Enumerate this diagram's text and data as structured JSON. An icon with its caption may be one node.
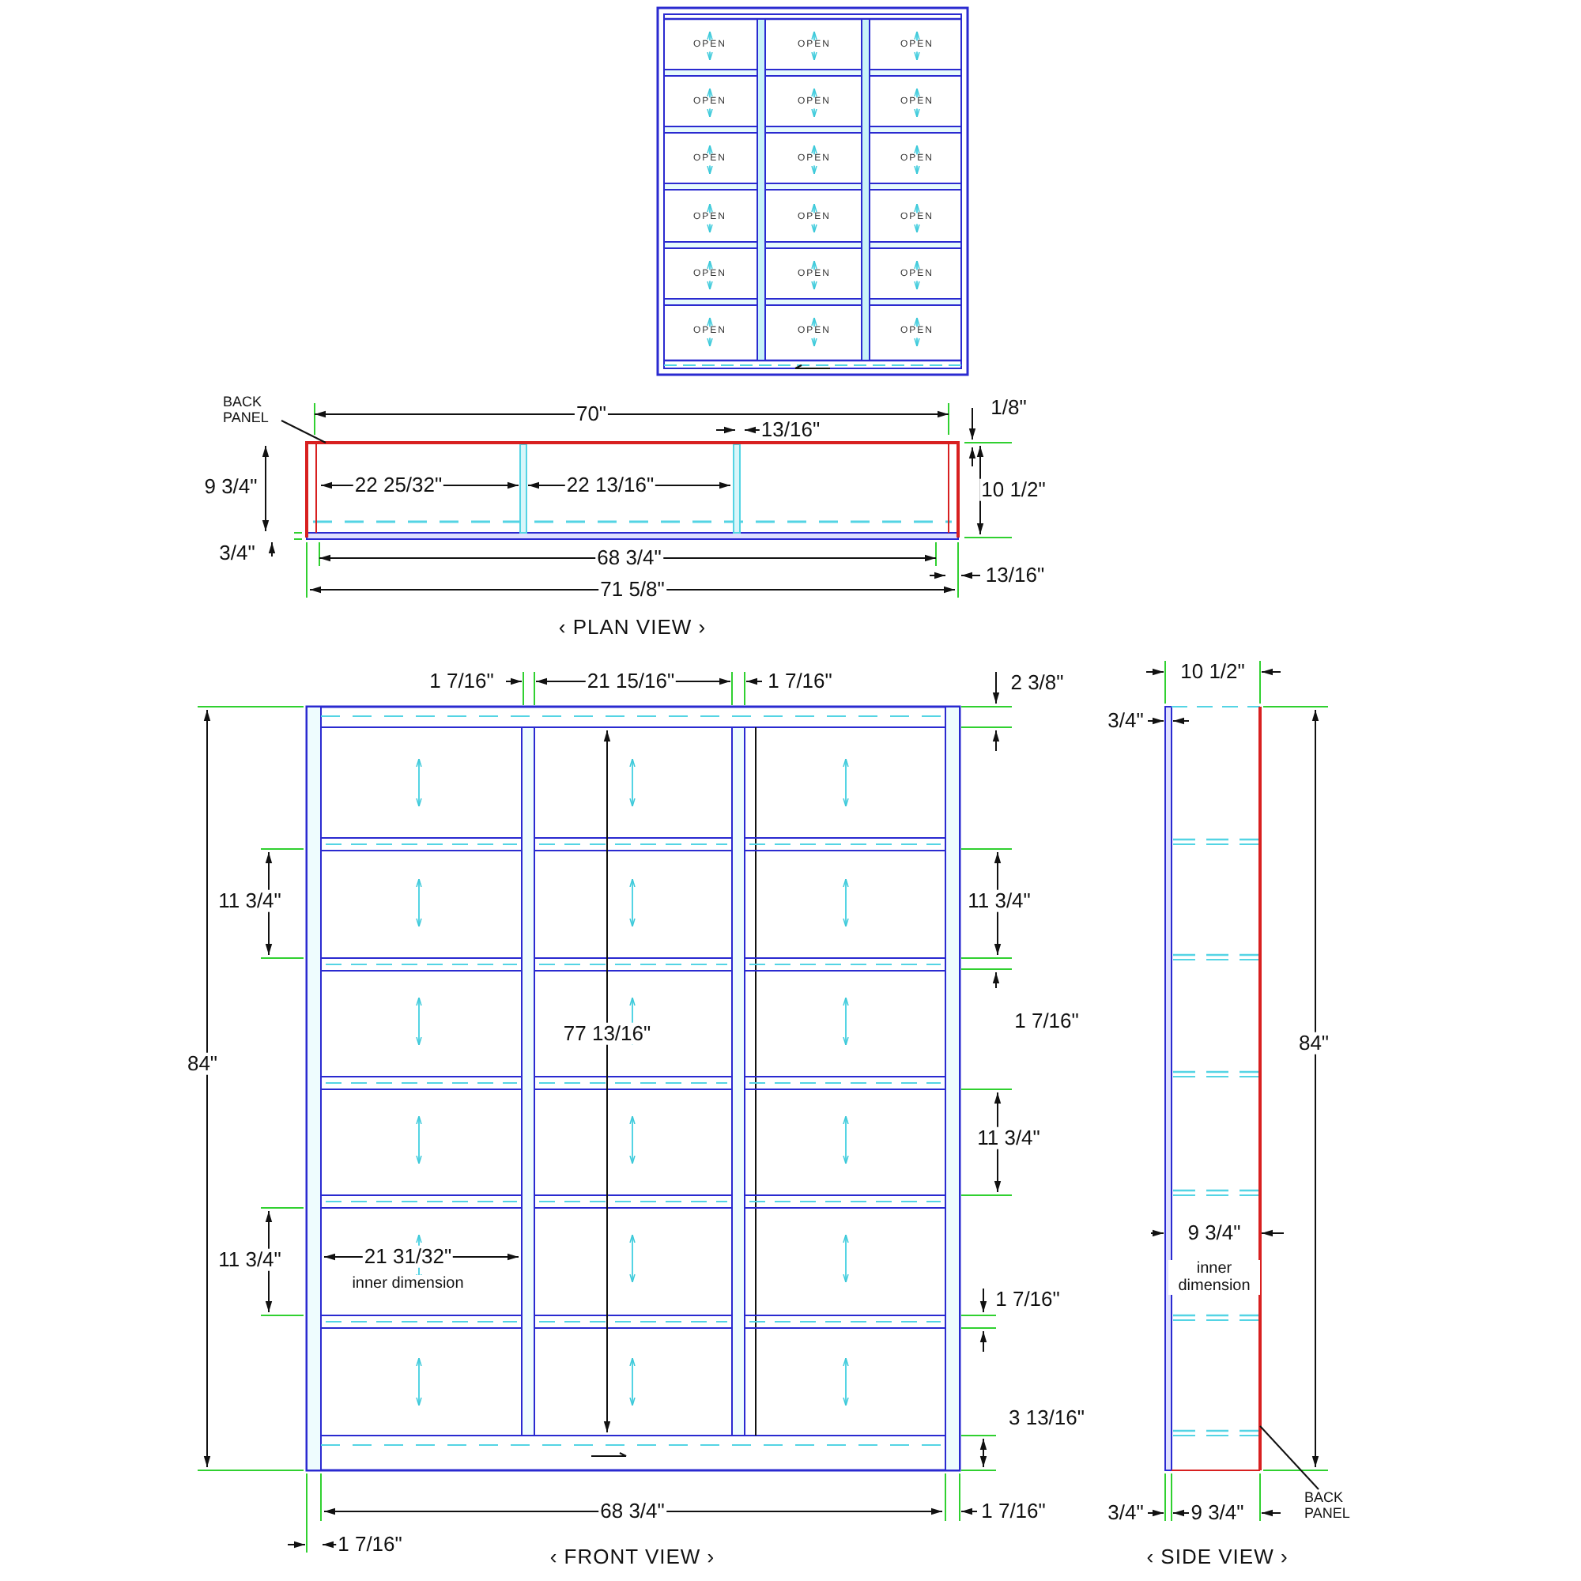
{
  "diagram": {
    "nodes": [
      {
        "text": [
          "BACK PANEL"
        ]
      },
      {
        "text": [],
        "shape": "bar"
      },
      {
        "text": [],
        "shape": "bar"
      },
      {
        "text": [
          "BACK PANEL"
        ]
      }
    ],
    "edges": [
      {
        "from": 0,
        "to": 1,
        "arrow": "none"
      },
      {
        "from": 3,
        "to": 2,
        "arrow": "none"
      }
    ],
    "labels": [
      "OPEN",
      "OPEN",
      "OPEN",
      "OPEN",
      "OPEN",
      "OPEN",
      "OPEN",
      "OPEN",
      "OPEN",
      "OPEN",
      "OPEN",
      "OPEN",
      "OPEN",
      "OPEN",
      "OPEN",
      "OPEN",
      "OPEN",
      "OPEN",
      "70\"",
      "1/8\"",
      "13/16\"",
      "9 3/4\"",
      "22 25/32\"",
      "22 13/16\"",
      "10 1/2\"",
      "3/4\"",
      "68 3/4\"",
      "13/16\"",
      "71 5/8\"",
      "‹ PLAN VIEW ›",
      "1 7/16\"",
      "21 15/16\"",
      "1 7/16\"",
      "2 3/8\"",
      "10 1/2\"",
      "3/4\"",
      "11 3/4\"",
      "11 3/4\"",
      "1 7/16\"",
      "77 13/16\"",
      "84\"",
      "84\"",
      "11 3/4\"",
      "9 3/4\"",
      "11 3/4\"",
      "21 31/32\"",
      "inner dimension",
      "inner dimension",
      "1 7/16\"",
      "3 13/16\"",
      "68 3/4\"",
      "1 7/16\"",
      "3/4\"",
      "9 3/4\"",
      "1 7/16\"",
      "‹ FRONT VIEW ›",
      "‹ SIDE VIEW ›"
    ]
  }
}
